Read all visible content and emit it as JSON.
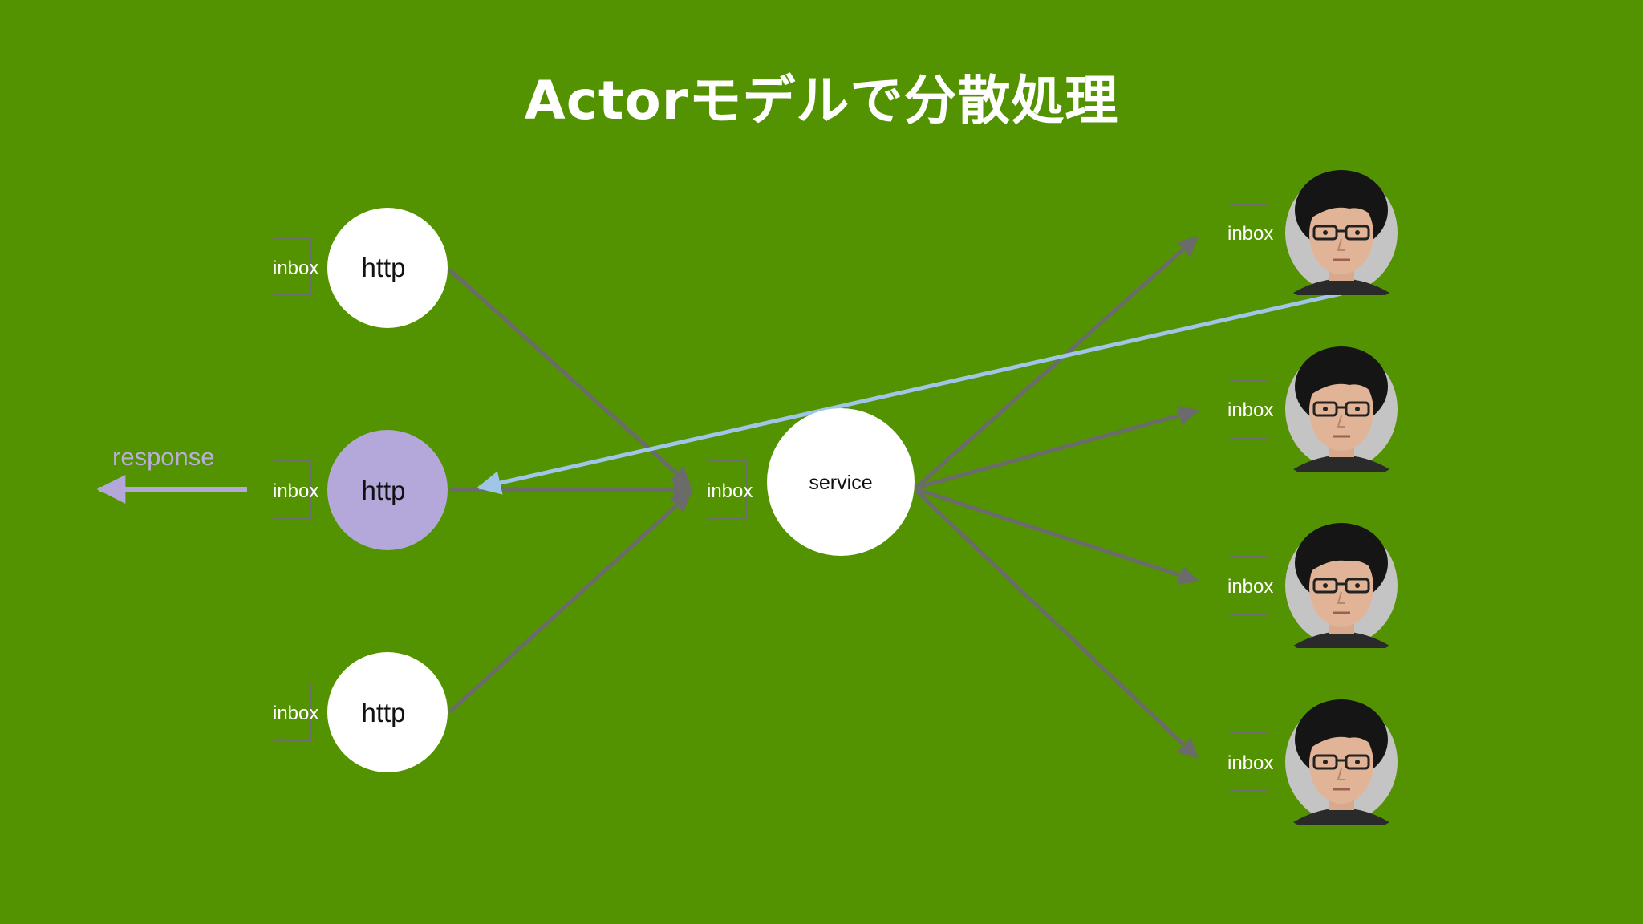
{
  "title": "Actorモデルで分散処理",
  "inbox_label": "inbox",
  "response_label": "response",
  "http_nodes": [
    {
      "label": "http",
      "active": false
    },
    {
      "label": "http",
      "active": true
    },
    {
      "label": "http",
      "active": false
    }
  ],
  "service_node": {
    "label": "service"
  },
  "worker_count": 4,
  "colors": {
    "background": "#539200",
    "node_fill": "#ffffff",
    "active_node_fill": "#b3a8d9",
    "request_arrow": "#6b6b6b",
    "reply_arrow": "#9fc5e8",
    "response_arrow": "#b3a8d9",
    "inbox_bracket": "#6e6e6e"
  }
}
